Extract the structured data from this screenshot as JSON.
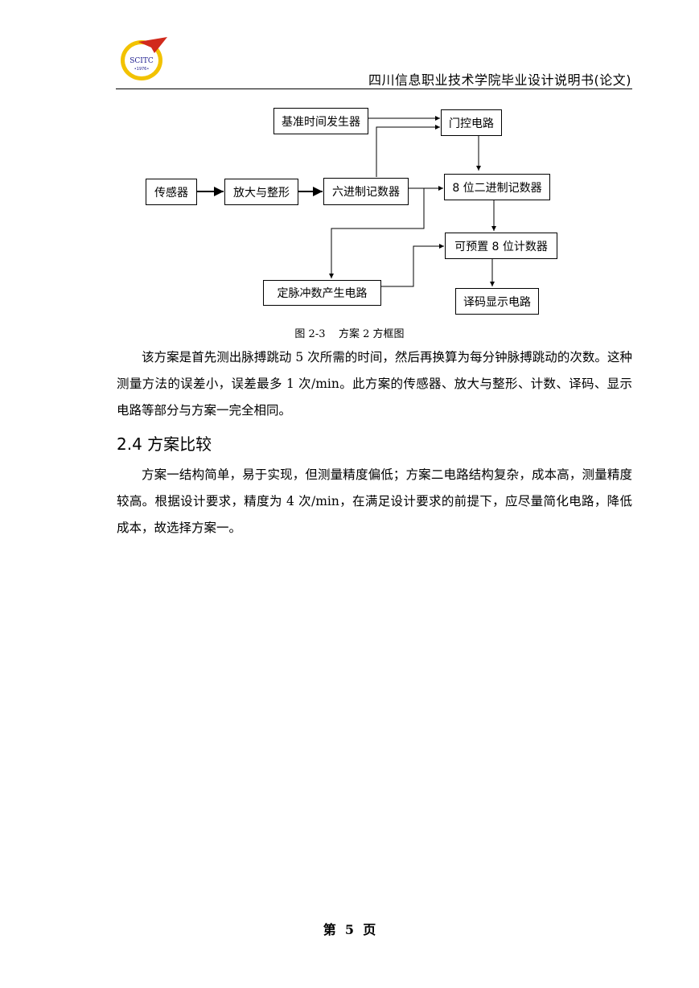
{
  "header": {
    "logo_text": "SCITC",
    "logo_year": "1976",
    "title": "四川信息职业技术学院毕业设计说明书(论文)"
  },
  "figure": {
    "nodes": {
      "base_time": "基准时间发生器",
      "gate": "门控电路",
      "sensor": "传感器",
      "amp": "放大与整形",
      "hex_counter": "六进制记数器",
      "binary_counter": "8 位二进制记数器",
      "preset_counter": "可预置 8 位计数器",
      "pulse_gen": "定脉冲数产生电路",
      "decode_display": "译码显示电路"
    },
    "caption": "图 2-3    方案 2 方框图"
  },
  "body": {
    "para1": "该方案是首先测出脉搏跳动 5 次所需的时间，然后再换算为每分钟脉搏跳动的次数。这种测量方法的误差小，误差最多 1 次/min。此方案的传感器、放大与整形、计数、译码、显示电路等部分与方案一完全相同。",
    "section_heading": "2.4 方案比较",
    "para2": "方案一结构简单，易于实现，但测量精度偏低；方案二电路结构复杂，成本高，测量精度较高。根据设计要求，精度为 4 次/min，在满足设计要求的前提下，应尽量简化电路，降低成本，故选择方案一。"
  },
  "footer": {
    "page_label": "第  5  页"
  }
}
